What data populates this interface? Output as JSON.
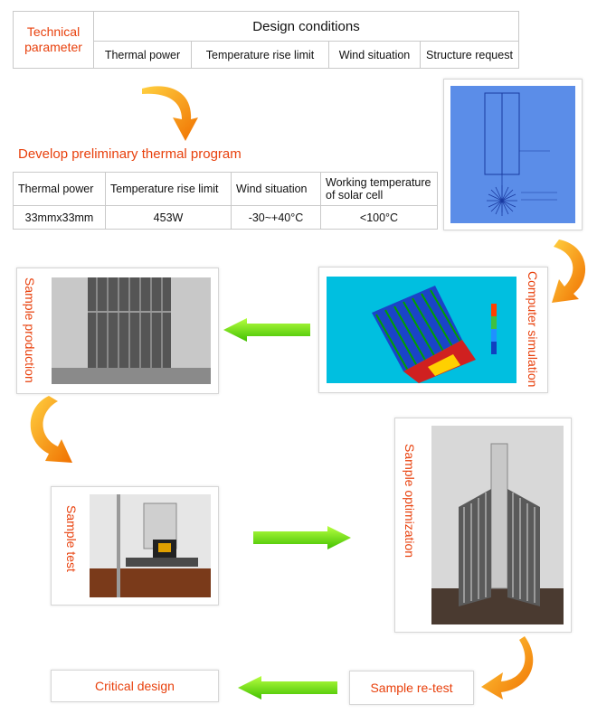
{
  "top_table": {
    "left_header": "Technical parameter",
    "main_header": "Design conditions",
    "columns": [
      "Thermal power",
      "Temperature rise limit",
      "Wind situation",
      "Structure request"
    ]
  },
  "preliminary": {
    "title": "Develop preliminary thermal program",
    "headers": [
      "Thermal power",
      "Temperature rise limit",
      "Wind situation",
      "Working temperature of solar cell"
    ],
    "values": [
      "33mmx33mm",
      "453W",
      "-30~+40°C",
      "<100°C"
    ]
  },
  "steps": {
    "computer_simulation": "Computer simulation",
    "sample_production": "Sample production",
    "sample_test": "Sample test",
    "sample_optimization": "Sample optimization",
    "sample_retest": "Sample re-test",
    "critical_design": "Critical design"
  },
  "colors": {
    "label": "#e8400c",
    "arrow_green": "#66dd00",
    "arrow_orange": "#f5a000",
    "sim_bg": "#5b8de8",
    "fea_bg": "#00bfe0"
  }
}
